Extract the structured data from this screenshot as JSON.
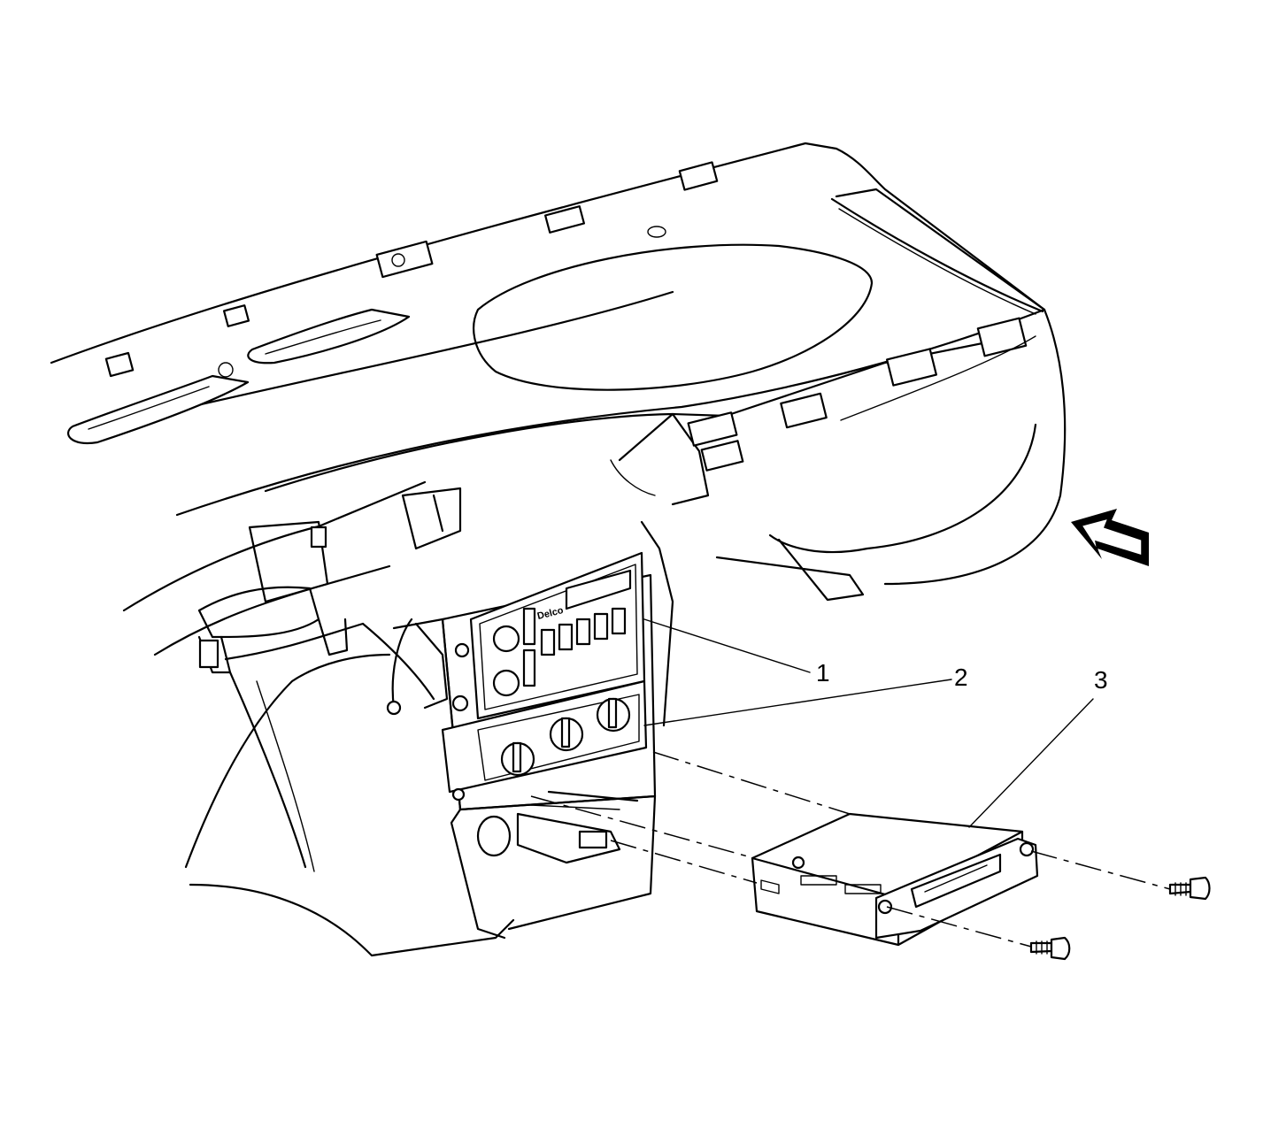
{
  "diagram": {
    "callouts": [
      {
        "id": "1",
        "label": "1"
      },
      {
        "id": "2",
        "label": "2"
      },
      {
        "id": "3",
        "label": "3"
      }
    ],
    "radio_brand_text": "Delco"
  }
}
